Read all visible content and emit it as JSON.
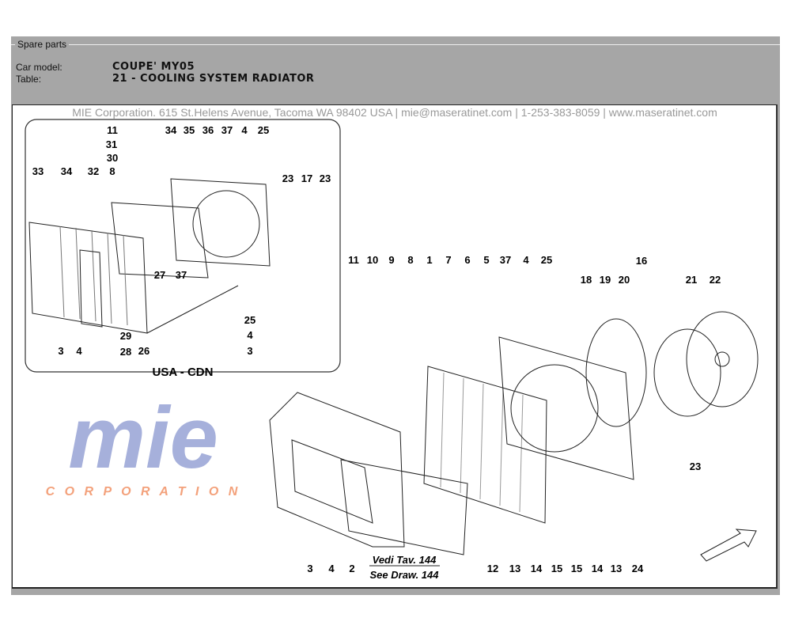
{
  "group_title": "Spare parts",
  "header": {
    "car_model_label": "Car model:",
    "car_model_value": "COUPE' MY05",
    "table_label": "Table:",
    "table_value": "21 - COOLING SYSTEM RADIATOR"
  },
  "diagram": {
    "inset_caption": "USA - CDN",
    "inset_callouts": [
      "11",
      "31",
      "30",
      "8",
      "34",
      "35",
      "36",
      "37",
      "4",
      "25",
      "33",
      "34",
      "32",
      "23",
      "17",
      "23",
      "27",
      "37",
      "25",
      "4",
      "3",
      "29",
      "28",
      "3",
      "4",
      "26"
    ],
    "main_callouts": [
      "11",
      "10",
      "9",
      "8",
      "1",
      "7",
      "6",
      "5",
      "37",
      "4",
      "25",
      "16",
      "18",
      "19",
      "20",
      "21",
      "22",
      "23",
      "3",
      "4",
      "2",
      "12",
      "13",
      "14",
      "15",
      "15",
      "14",
      "13",
      "24"
    ],
    "reference_it": "Vedi Tav. 144",
    "reference_en": "See Draw. 144",
    "watermark_logo": "mie",
    "watermark_sub": "C O R P O R A T I O N",
    "footer_watermark": "MIE Corporation. 615 St.Helens Avenue, Tacoma WA 98402 USA | mie@maseratinet.com | 1-253-383-8059 | www.maseratinet.com",
    "colors": {
      "logo_blue": "#3a4fb0",
      "logo_orange": "#f08a5a"
    }
  }
}
